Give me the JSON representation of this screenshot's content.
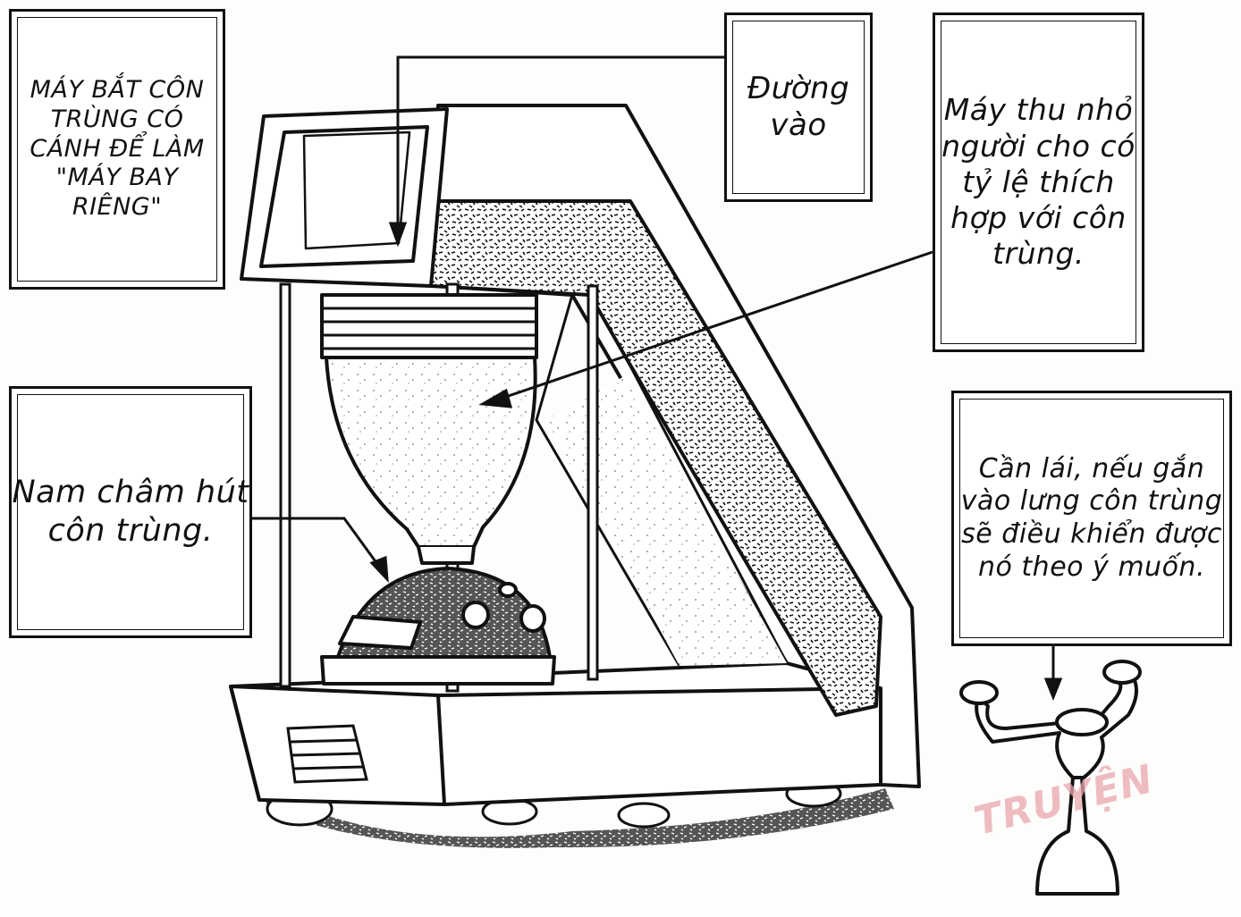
{
  "captions": {
    "machine_title": "Máy bắt côn trùng có cánh để làm \"máy bay riêng\"",
    "entrance": "Đường vào",
    "shrinker": "Máy thu nhỏ người cho có tỷ lệ thích hợp với côn trùng.",
    "magnet": "Nam châm hút côn trùng.",
    "joystick": "Cần lái, nếu gắn vào lưng côn trùng sẽ điều khiển được nó theo ý muốn."
  },
  "watermark": {
    "text": "TRUYỆN"
  },
  "colors": {
    "ink": "#111111",
    "paper": "#ffffff",
    "watermark": "#e9a7ad"
  }
}
